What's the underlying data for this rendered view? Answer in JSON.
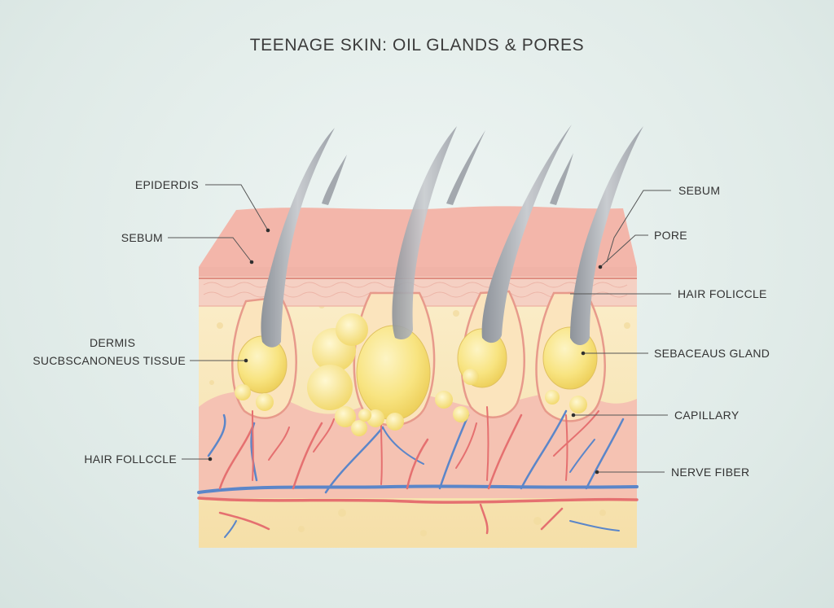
{
  "title": "TEENAGE SKIN: OIL GLANDS & PORES",
  "labels_left": {
    "epidermis": "EPIDERDIS",
    "sebum": "SEBUM",
    "dermis": "DERMIS",
    "subcutaneous": "SUCBSCANONEUS TISSUE",
    "hair_follicle": "HAIR FOLLCCLE"
  },
  "labels_right": {
    "sebum": "SEBUM",
    "pore": "PORE",
    "hair_follicle": "HAIR FOLICCLE",
    "sebaceous_gland": "SEBACEAUS GLAND",
    "capillary": "CAPILLARY",
    "nerve_fiber": "NERVE FIBER"
  },
  "colors": {
    "background": "#dfeae7",
    "epidermis": "#f2b5aa",
    "dermis": "#f7c9bd",
    "subcutaneous": "#f8e6b8",
    "gland": "#f7e27a",
    "hair": "#a9adb3",
    "artery": "#e57070",
    "vein": "#5b86c9"
  }
}
